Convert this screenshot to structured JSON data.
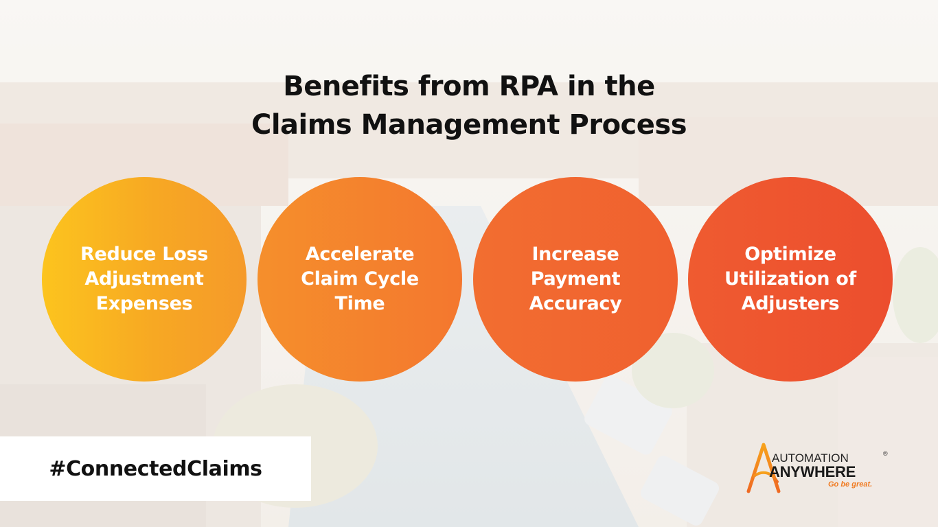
{
  "title": {
    "line1": "Benefits from RPA in the",
    "line2": "Claims Management Process"
  },
  "benefits": [
    {
      "label": "Reduce Loss Adjustment Expenses"
    },
    {
      "label": "Accelerate Claim Cycle Time"
    },
    {
      "label": "Increase Payment Accuracy"
    },
    {
      "label": "Optimize Utilization of Adjusters"
    }
  ],
  "hashtag": "#ConnectedClaims",
  "logo": {
    "line1": "AUTOMATION",
    "line2": "ANYWHERE",
    "registered": "®",
    "tagline": "Go be great.",
    "icon": "automation-anywhere-a-icon",
    "accent_color": "#f07b22"
  },
  "colors": {
    "circle_1": "#fcc41e",
    "circle_2": "#f58f2c",
    "circle_3": "#f26e30",
    "circle_4": "#ec4e2e"
  }
}
